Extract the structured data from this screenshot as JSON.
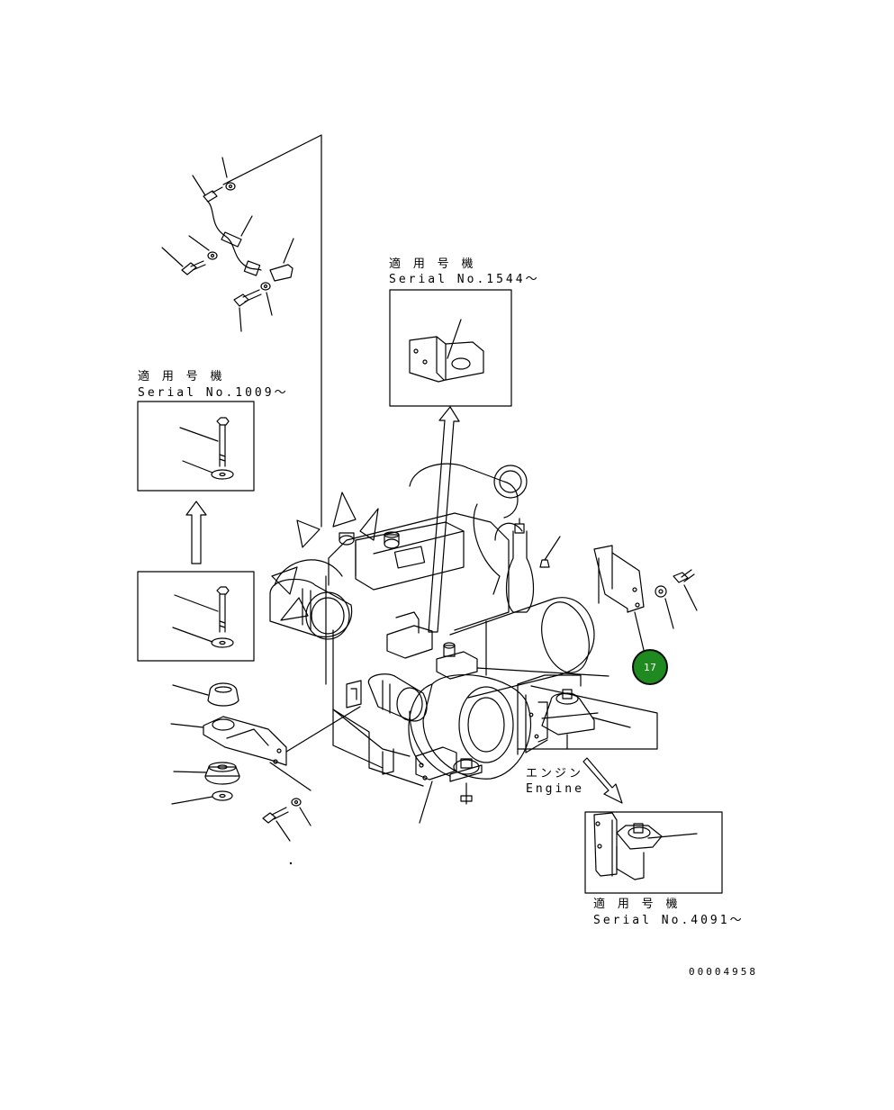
{
  "inset_top": {
    "applicable_jp": "適 用 号 機",
    "serial": "Serial No.1544～"
  },
  "inset_left": {
    "applicable_jp": "適 用 号 機",
    "serial": "Serial No.1009～"
  },
  "inset_bottom_right": {
    "applicable_jp": "適 用 号 機",
    "serial": "Serial No.4091～"
  },
  "engine_label": {
    "jp": "エンジン",
    "en": "Engine"
  },
  "callout": {
    "number": "17",
    "color": "#1f8a1f"
  },
  "document_number": "00004958"
}
